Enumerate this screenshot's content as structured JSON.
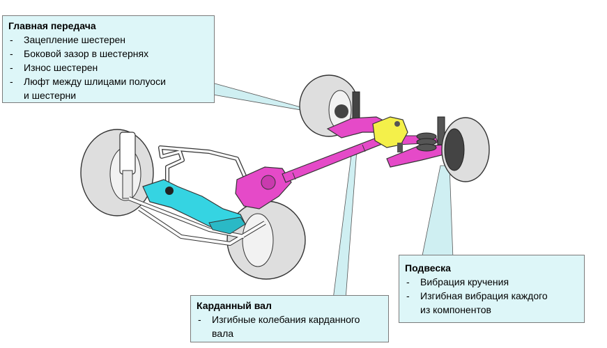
{
  "callouts": {
    "final_drive": {
      "title": "Главная передача",
      "items": [
        "Зацепление шестерен",
        "Боковой зазор в шестернях",
        "Износ шестерен",
        "Люфт между шлицами полуоси\nи шестерни"
      ]
    },
    "propeller_shaft": {
      "title": "Карданный вал",
      "items": [
        "Изгибные колебания карданного\nвала"
      ]
    },
    "suspension": {
      "title": "Подвеска",
      "items": [
        "Вибрация кручения",
        "Изгибная вибрация каждого\nиз компонентов"
      ]
    }
  },
  "colors": {
    "callout_fill": "#ddf6f8",
    "drivetrain_magenta": "#e54ac8",
    "engine_cyan": "#35d4e2",
    "final_drive_yellow": "#f4f04a",
    "tire_gray": "#dedede"
  }
}
